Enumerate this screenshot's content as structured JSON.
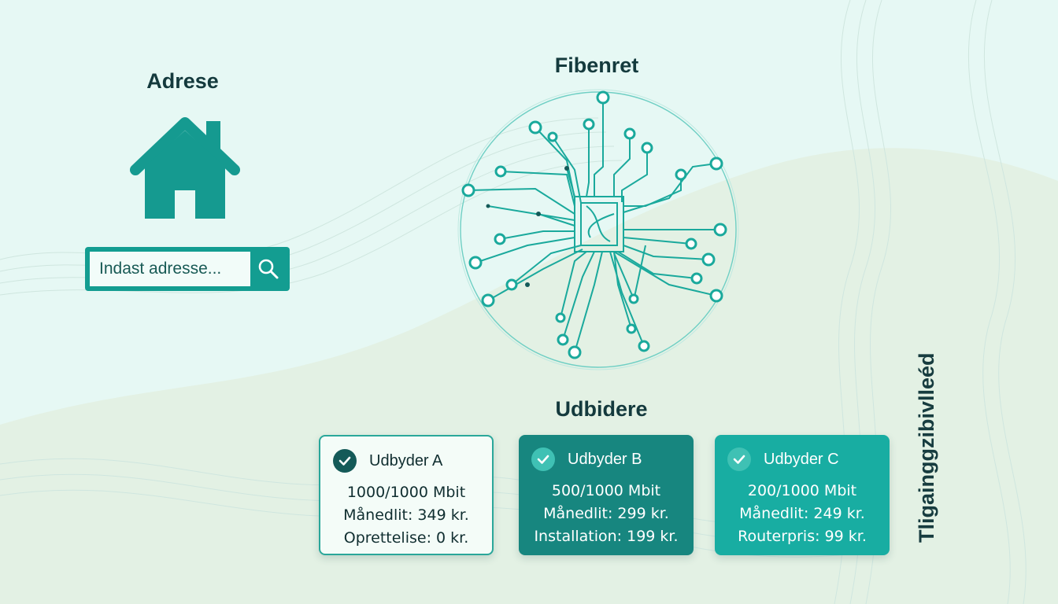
{
  "address": {
    "title": "Adrese",
    "search_placeholder": "Indast adresse...",
    "house_icon": "house-icon",
    "search_icon": "search-icon"
  },
  "network": {
    "title": "Fibenret",
    "icon": "fiber-network-icon"
  },
  "providers": {
    "title": "Udbidere",
    "items": [
      {
        "name": "Udbyder A",
        "speed": "1000/1000 Mbit",
        "price": "Månedlit: 349 kr.",
        "extra": "Oprettelise: 0 kr."
      },
      {
        "name": "Udbyder B",
        "speed": "500/1000 Mbit",
        "price": "Månedlit: 299 kr.",
        "extra": "Installation: 199 kr."
      },
      {
        "name": "Udbyder C",
        "speed": "200/1000 Mbit",
        "price": "Månedlit: 249 kr.",
        "extra": "Routerpris: 99 kr."
      }
    ]
  },
  "side_label": "Tligainggzibivlleéd",
  "colors": {
    "teal_dark": "#17867f",
    "teal": "#18ada2",
    "teal_accent": "#139d91",
    "text_dark": "#143a3d",
    "background": "#e8f7f2"
  }
}
